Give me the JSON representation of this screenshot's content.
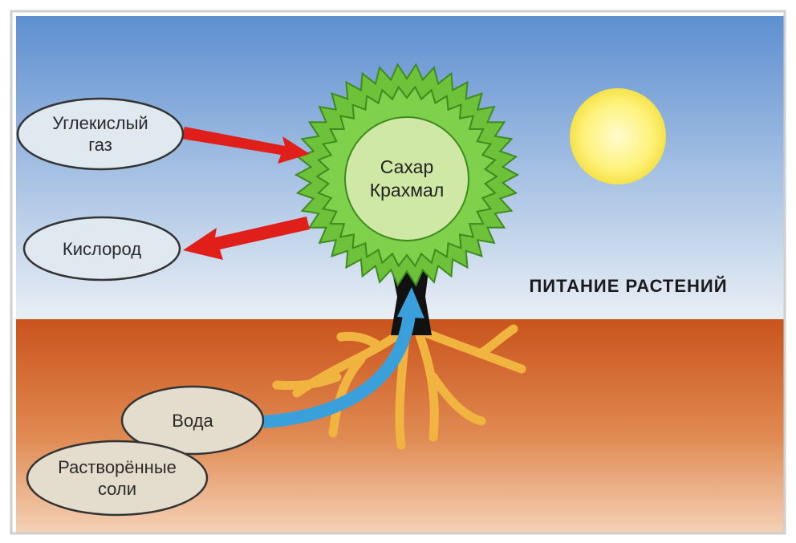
{
  "title": "ПИТАНИЕ РАСТЕНИЙ",
  "nodes": {
    "co2": "Углекислый газ",
    "oxygen": "Кислород",
    "sugar": "Сахар",
    "starch": "Крахмал",
    "water": "Вода",
    "salts": "Растворённые соли"
  },
  "colors": {
    "sky_top": "#5d8fd0",
    "sky_bottom": "#e9eff5",
    "soil_top": "#c9541c",
    "soil_bottom": "#f4d2b6",
    "crown": "#6ec23a",
    "crown_dark": "#3f8a1e",
    "center": "#cfe8a6",
    "sun": "#fff27a",
    "arrow_red": "#e01f1a",
    "arrow_blue": "#3aa0dc",
    "roots": "#f2b441",
    "trunk": "#111111",
    "bubble": "#dfe9ef"
  }
}
